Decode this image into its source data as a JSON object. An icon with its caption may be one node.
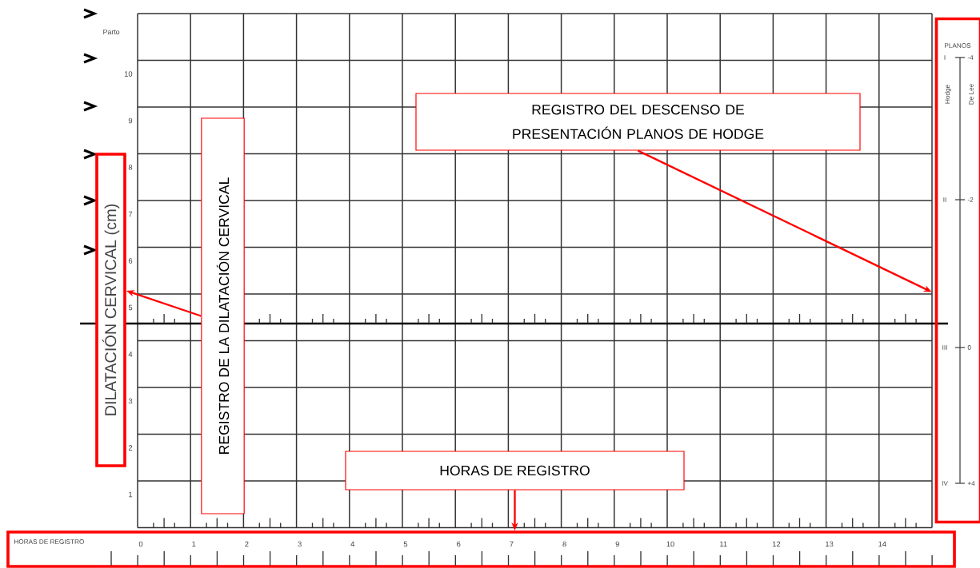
{
  "diagram": {
    "nodes": [
      {
        "text": [
          "DILATACIÓN CERVICAL (cm)"
        ]
      },
      {
        "text": [
          "REGISTRO DE LA DILATACIÓN CERVICAL"
        ]
      },
      {
        "text": [
          "REGISTRO DEL DESCENSO DE PRESENTACIÓN PLANOS DE HODGE"
        ]
      },
      {
        "text": [
          "HORAS DE REGISTRO"
        ]
      },
      {
        "text": [
          "PLANOS",
          "Hodge",
          "De Lee",
          "I",
          "II",
          "III",
          "IV",
          "-4",
          "-2",
          "0",
          "+4"
        ]
      },
      {
        "text": [
          "HORAS DE REGISTRO"
        ]
      }
    ],
    "edges": [
      {
        "from": 1,
        "to": 0,
        "arrow": "to"
      },
      {
        "from": 2,
        "to": 4,
        "arrow": "to"
      },
      {
        "from": 3,
        "to": 5,
        "arrow": "to"
      }
    ],
    "labels": [
      "Parto",
      "10",
      "9",
      "8",
      "7",
      "6",
      "5",
      "4",
      "3",
      "2",
      "1",
      "0",
      "1",
      "2",
      "3",
      "4",
      "5",
      "6",
      "7",
      "8",
      "9",
      "10",
      "11",
      "12",
      "13",
      "14"
    ]
  }
}
